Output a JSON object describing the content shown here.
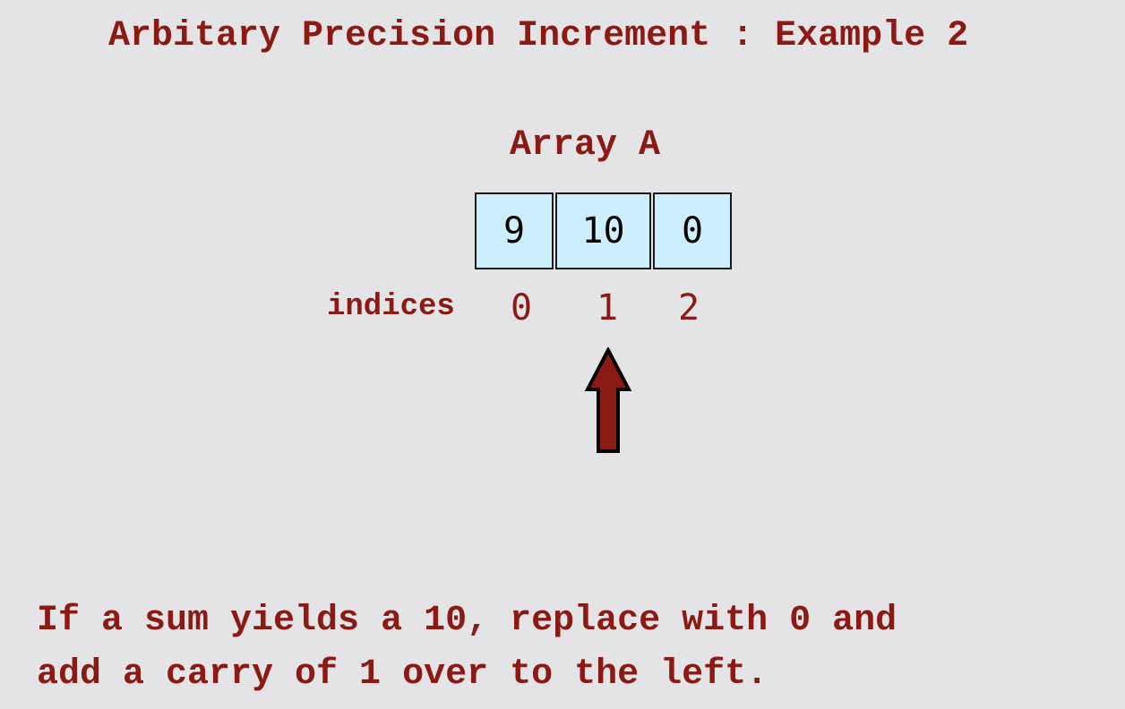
{
  "title": "Arbitary Precision Increment : Example 2",
  "array": {
    "label": "Array A",
    "cells": [
      "9",
      "10",
      "0"
    ]
  },
  "indices": {
    "label": "indices",
    "values": [
      "0",
      "1",
      "2"
    ]
  },
  "pointer": {
    "points_to_index": 1,
    "fill_color": "#8b1a14",
    "outline_color": "#000000"
  },
  "caption": {
    "line1": "If a sum yields a 10, replace with 0 and",
    "line2": "add a carry of 1 over to the left."
  },
  "colors": {
    "text_accent": "#8b1a14",
    "cell_fill": "#cdeffd",
    "background": "#e4e3e5"
  }
}
